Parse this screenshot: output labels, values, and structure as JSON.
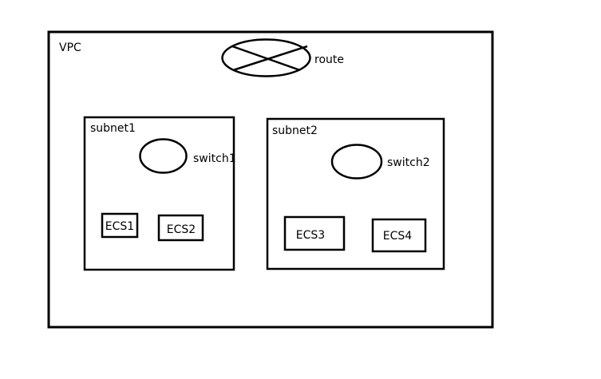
{
  "vpc": {
    "label": "VPC"
  },
  "router": {
    "label": "route"
  },
  "subnets": [
    {
      "label": "subnet1",
      "switch_label": "switch1",
      "hosts": [
        "ECS1",
        "ECS2"
      ]
    },
    {
      "label": "subnet2",
      "switch_label": "switch2",
      "hosts": [
        "ECS3",
        "ECS4"
      ]
    }
  ],
  "colors": {
    "stroke": "#000000",
    "background": "#ffffff"
  }
}
